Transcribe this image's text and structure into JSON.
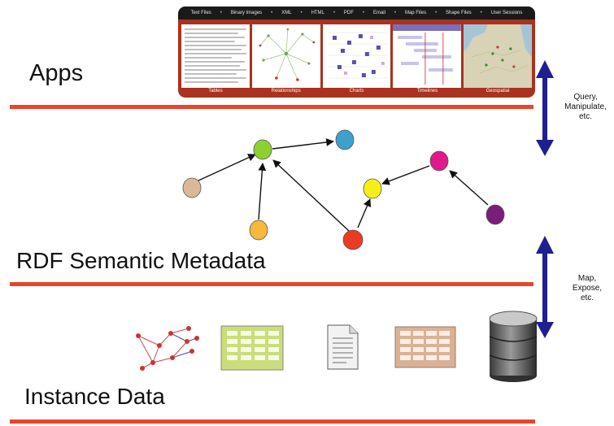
{
  "layers": {
    "apps": "Apps",
    "metadata": "RDF Semantic Metadata",
    "instance": "Instance Data"
  },
  "apps_panel": {
    "file_types": [
      "Text Files",
      "Binary Images",
      "XML",
      "HTML",
      "PDF",
      "Email",
      "Map Files",
      "Shape Files",
      "User Sessions"
    ],
    "views": [
      "Tables",
      "Relationships",
      "Charts",
      "Timelines",
      "Geospatial"
    ]
  },
  "arrows": {
    "upper": [
      "Query,",
      "Manipulate,",
      "etc."
    ],
    "lower": [
      "Map,",
      "Expose,",
      "etc."
    ]
  },
  "colors": {
    "rule": "#e8452c",
    "arrow": "#1f1f8f",
    "panel": "#a93220",
    "nodes": {
      "tan": "#dbb898",
      "green": "#8cd131",
      "blue": "#3ea0cc",
      "orange": "#f5b93b",
      "red": "#ec3b24",
      "yellow": "#f6ee1a",
      "pink": "#e2198c",
      "purple": "#7b1e7a"
    }
  },
  "instance_icons": [
    "network-graph-icon",
    "spreadsheet-green-icon",
    "document-icon",
    "spreadsheet-tan-icon",
    "database-icon"
  ]
}
